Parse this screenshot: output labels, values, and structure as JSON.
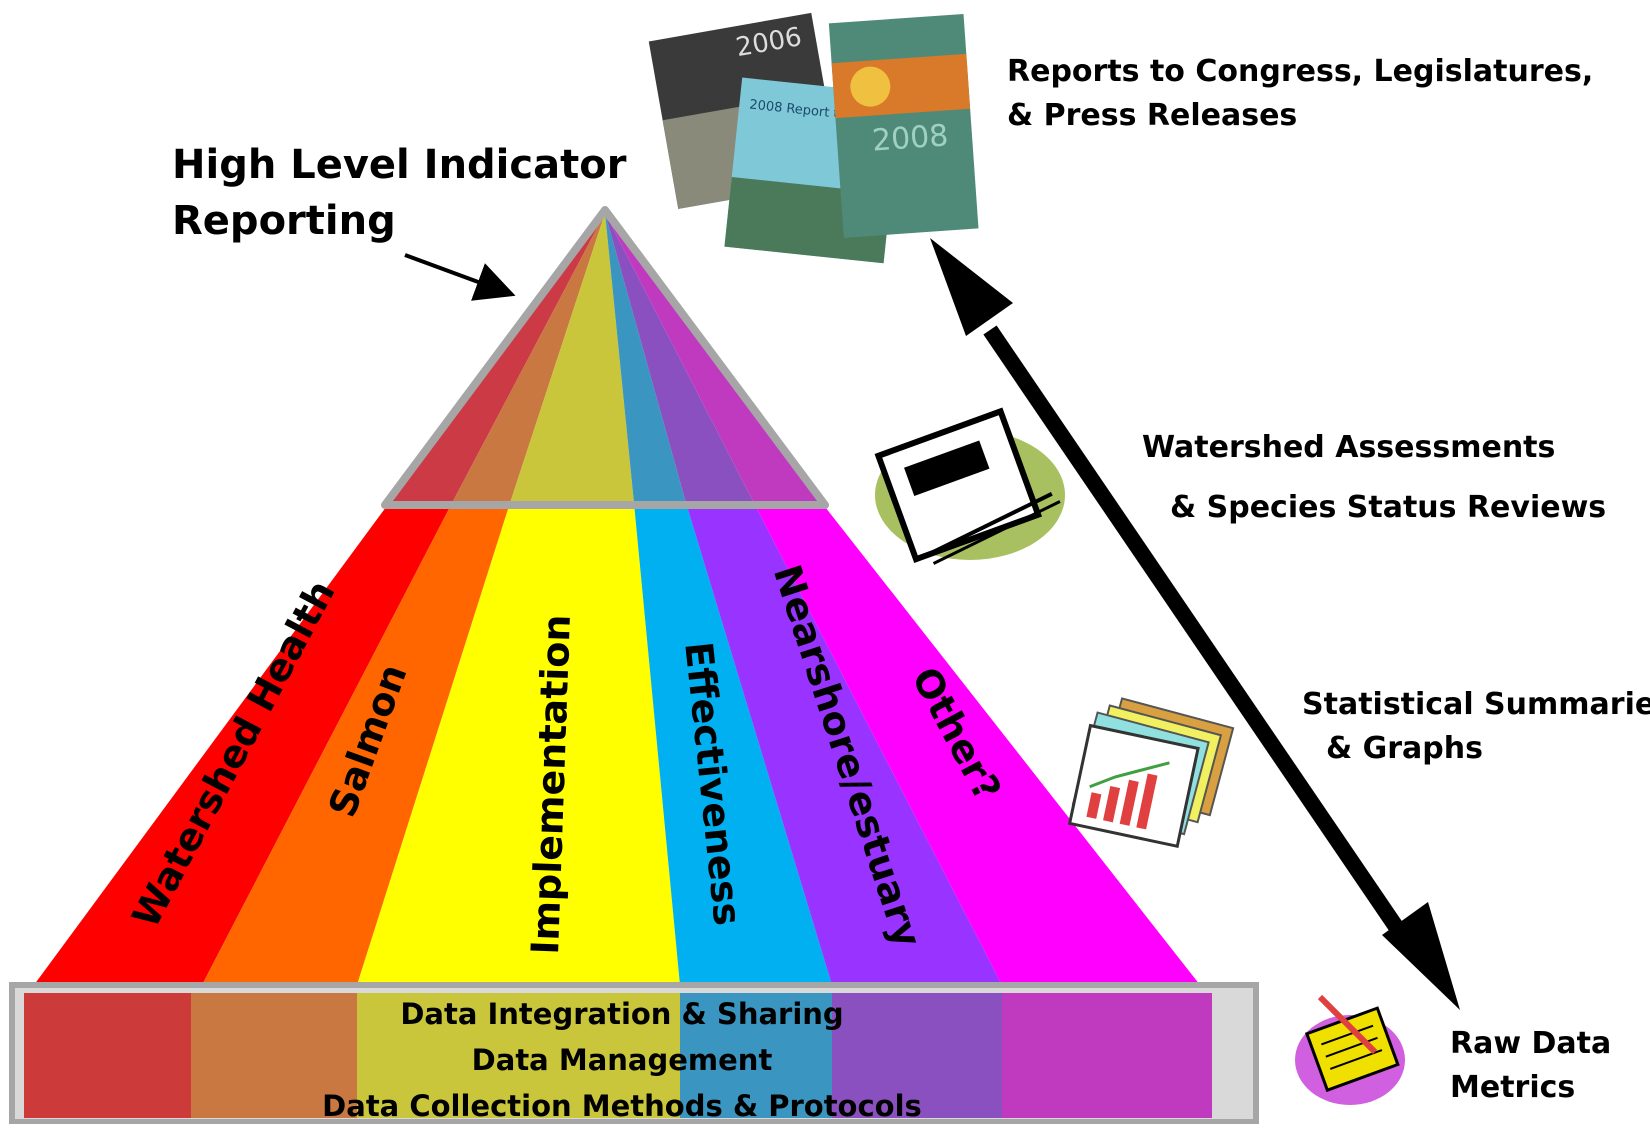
{
  "top_label": [
    "High Level Indicator",
    "Reporting"
  ],
  "reports_label": [
    "Reports to Congress, Legislatures,",
    "&  Press Releases"
  ],
  "assessments_label": [
    "Watershed Assessments",
    "& Species Status Reviews"
  ],
  "stats_label": [
    "Statistical Summaries",
    "& Graphs"
  ],
  "raw_label": [
    "Raw Data",
    "Metrics"
  ],
  "segments": [
    {
      "label": "Watershed Health",
      "color": "#ff0000"
    },
    {
      "label": "Salmon",
      "color": "#ff6600"
    },
    {
      "label": "Implementation",
      "color": "#ffff00"
    },
    {
      "label": "Effectiveness",
      "color": "#00b0f0"
    },
    {
      "label": "Nearshore/estuary",
      "color": "#9933ff"
    },
    {
      "label": "Other?",
      "color": "#ff00ff"
    }
  ],
  "base_lines": [
    "Data Integration & Sharing",
    "Data Management",
    "Data Collection  Methods & Protocols"
  ],
  "report_covers": {
    "cover1_year": "2006",
    "cover2_title": "2008 Report to Congress",
    "cover3_year": "2008"
  }
}
